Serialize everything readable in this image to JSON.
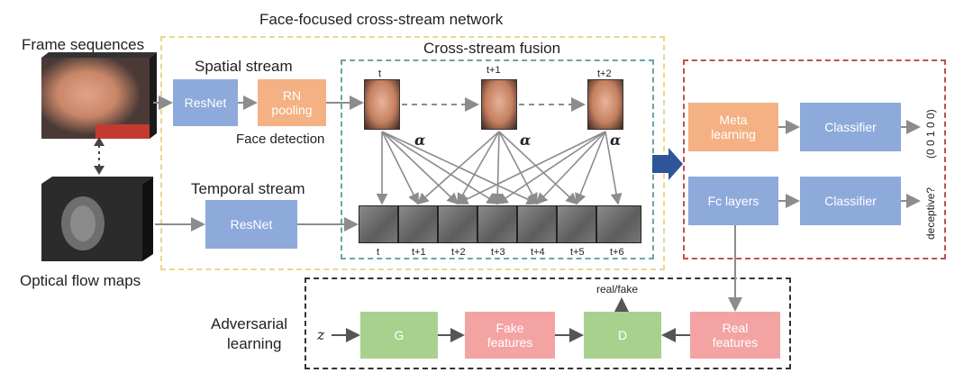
{
  "title": "Face-focused cross-stream network",
  "labels": {
    "frame_sequences": "Frame sequences",
    "optical_flow_maps": "Optical flow maps",
    "spatial_stream": "Spatial stream",
    "temporal_stream": "Temporal stream",
    "face_detection": "Face detection",
    "cross_stream_fusion": "Cross-stream fusion",
    "adversarial_learning_1": "Adversarial",
    "adversarial_learning_2": "learning",
    "z": "z",
    "real_fake": "real/fake",
    "output_code": "(0 0 1 0 0)",
    "deceptive": "deceptive?"
  },
  "boxes": {
    "spatial_resnet": "ResNet",
    "rn_pooling": "RN\npooling",
    "temporal_resnet": "ResNet",
    "meta_learning": "Meta\nlearning",
    "classifier_top": "Classifier",
    "fc_layers": "Fc layers",
    "classifier_bottom": "Classifier",
    "generator": "G",
    "fake_features": "Fake\nfeatures",
    "discriminator": "D",
    "real_features": "Real\nfeatures"
  },
  "face_times": [
    "t",
    "t+1",
    "t+2"
  ],
  "alpha": "α",
  "flow_times": [
    "t",
    "t+1",
    "t+2",
    "t+3",
    "t+4",
    "t+5",
    "t+6"
  ],
  "colors": {
    "blue_box": "#8eaadb",
    "orange_box": "#f4b183",
    "green_box": "#a9d18e",
    "red_box": "#f4a3a3",
    "outer_dash": "#e8d88a",
    "fusion_dash": "#6aa5a5",
    "output_dash": "#c0504d",
    "adversarial_dash": "#333333",
    "arrow": "#8c8c8c",
    "big_arrow": "#2e5597"
  }
}
